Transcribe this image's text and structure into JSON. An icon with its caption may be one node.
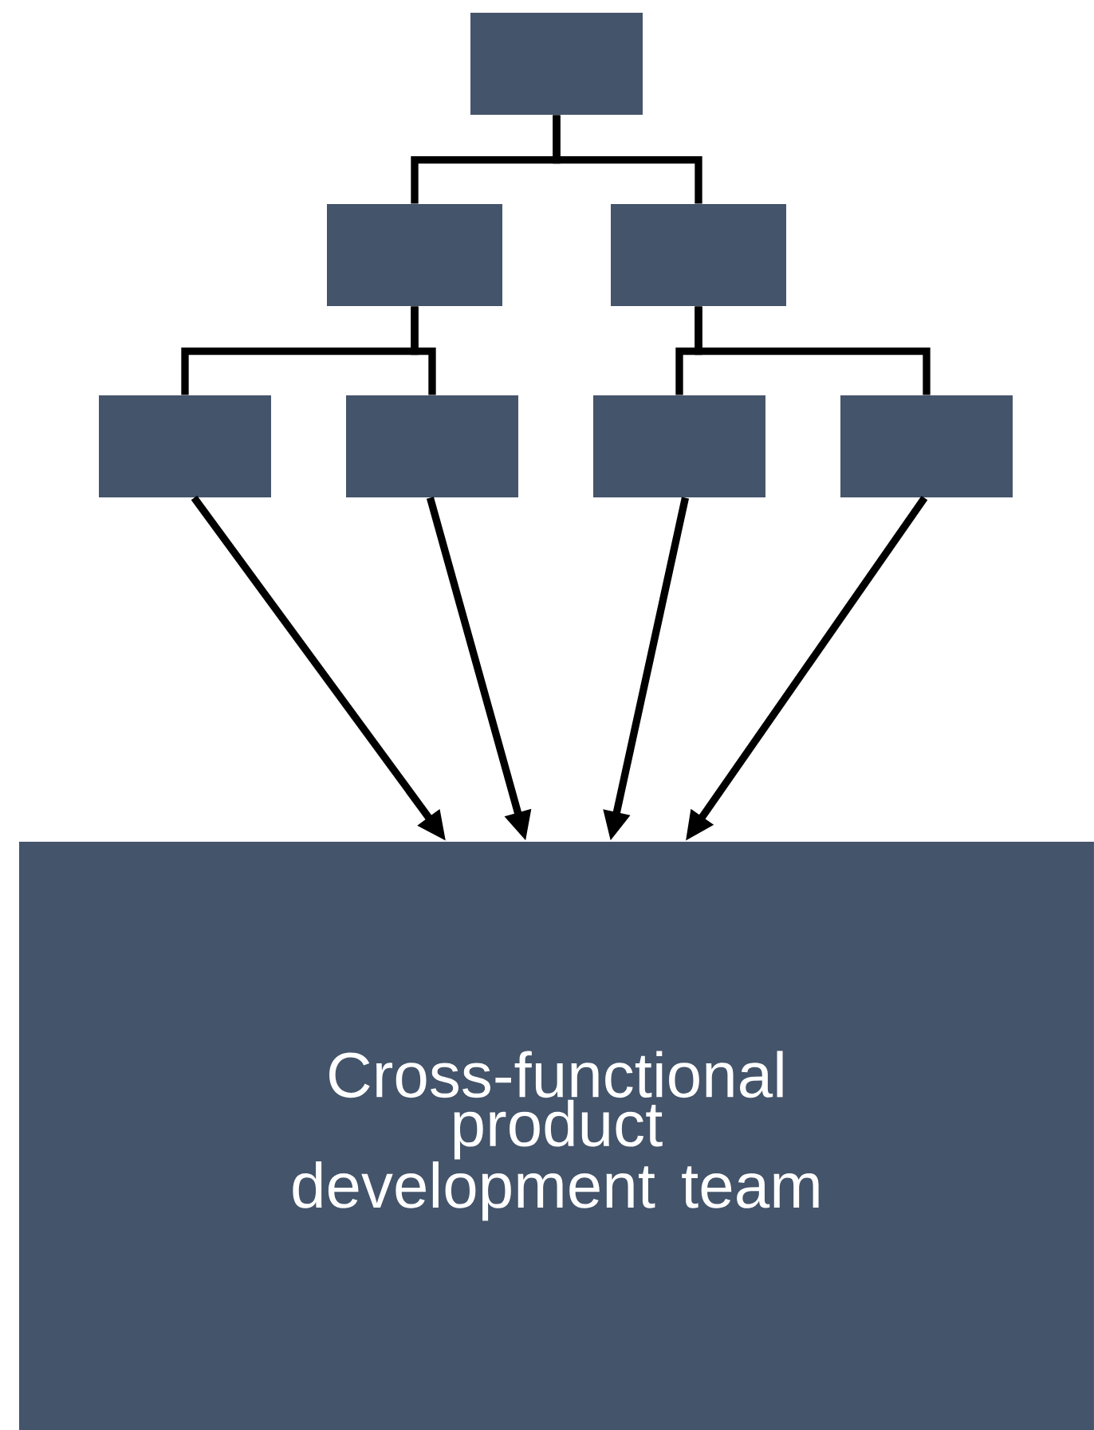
{
  "diagram": {
    "nodes": [
      {
        "text": [],
        "shape": "box"
      },
      {
        "text": [],
        "shape": "box"
      },
      {
        "text": [],
        "shape": "box"
      },
      {
        "text": [],
        "shape": "box"
      },
      {
        "text": [],
        "shape": "box"
      },
      {
        "text": [],
        "shape": "box"
      },
      {
        "text": [],
        "shape": "box"
      },
      {
        "text": [
          "Cross-functional product development team"
        ]
      }
    ],
    "edges": [
      {
        "from": 0,
        "to": 1,
        "arrow": "none"
      },
      {
        "from": 0,
        "to": 2,
        "arrow": "none"
      },
      {
        "from": 1,
        "to": 3,
        "arrow": "none"
      },
      {
        "from": 1,
        "to": 4,
        "arrow": "none"
      },
      {
        "from": 2,
        "to": 5,
        "arrow": "none"
      },
      {
        "from": 2,
        "to": 6,
        "arrow": "none"
      },
      {
        "from": 3,
        "to": 7,
        "arrow": "to"
      },
      {
        "from": 4,
        "to": 7,
        "arrow": "to"
      },
      {
        "from": 5,
        "to": 7,
        "arrow": "to"
      },
      {
        "from": 6,
        "to": 7,
        "arrow": "to"
      }
    ]
  }
}
